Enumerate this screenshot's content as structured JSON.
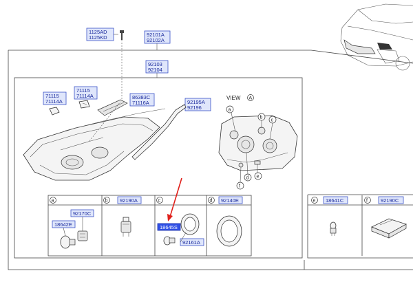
{
  "labels": {
    "top_bolt": [
      "1125AD",
      "1125KD"
    ],
    "housing_top": [
      "92101A",
      "92102A"
    ],
    "housing_inner": [
      "92103",
      "92104"
    ],
    "clip_a": [
      "71115",
      "71114A"
    ],
    "clip_b": [
      "71115",
      "71114A"
    ],
    "bracket": [
      "86383C",
      "71116A"
    ],
    "strip": [
      "92195A",
      "92196"
    ],
    "view": "VIEW",
    "view_letter": "A",
    "cell_a_top": "92170C",
    "cell_a_bulb": "18642E",
    "cell_b": "92190A",
    "cell_c_bulb": "18645S",
    "cell_c_ring": "92161A",
    "cell_d": "92140E",
    "cell_e": "18641C",
    "cell_f": "92190C"
  },
  "callouts": [
    "a",
    "b",
    "c",
    "d",
    "e",
    "f"
  ],
  "cells": [
    {
      "letter": "a"
    },
    {
      "letter": "b"
    },
    {
      "letter": "c"
    },
    {
      "letter": "d"
    },
    {
      "letter": "e"
    },
    {
      "letter": "f"
    }
  ],
  "colors": {
    "label_text": "#1a2a9c",
    "label_fill": "#dfe6fb",
    "highlight_fill": "#2f4fe6",
    "arrow": "#e0201b"
  }
}
